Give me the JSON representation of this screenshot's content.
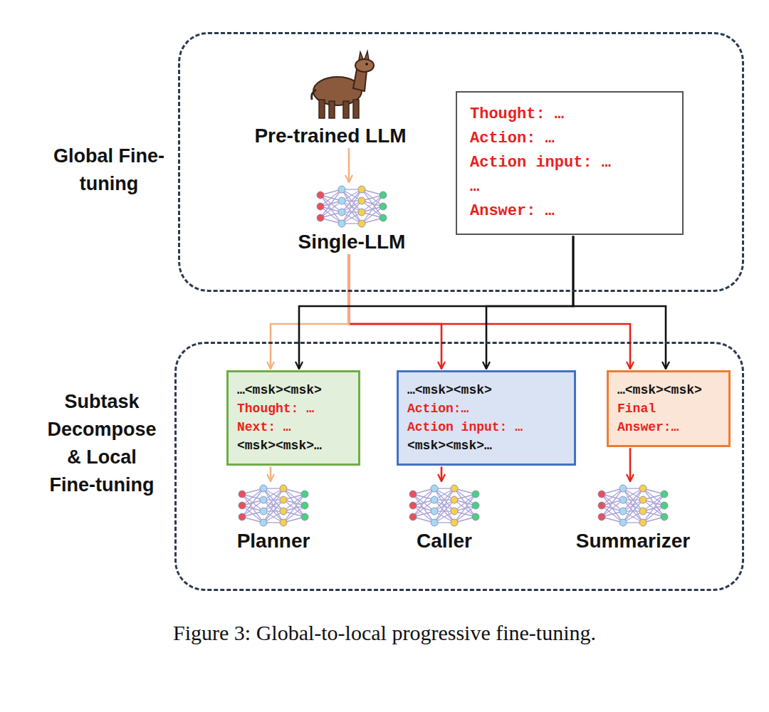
{
  "diagram": {
    "caption": "Figure 3: Global-to-local progressive fine-tuning.",
    "nodes": [
      {
        "text": [
          "Global Fine-tuning"
        ]
      },
      {
        "text": [
          "Pre-trained LLM"
        ],
        "in": 0
      },
      {
        "text": [
          "Single-LLM"
        ],
        "in": 0
      },
      {
        "text": [
          "Thought: …",
          "Action: …",
          "Action input: …",
          "…",
          "Answer: …"
        ],
        "in": 0
      },
      {
        "text": [
          "Subtask Decompose & Local Fine-tuning"
        ]
      },
      {
        "text": [
          "…<msk><msk>",
          "Thought: …",
          "Next: …",
          "<msk><msk>…"
        ],
        "in": 4
      },
      {
        "text": [
          "…<msk><msk>",
          "Action:…",
          "Action input: …",
          "<msk><msk>…"
        ],
        "in": 4
      },
      {
        "text": [
          "…<msk><msk>",
          "Final Answer:…"
        ],
        "in": 4
      },
      {
        "text": [
          "Planner"
        ],
        "in": 4
      },
      {
        "text": [
          "Caller"
        ],
        "in": 4
      },
      {
        "text": [
          "Summarizer"
        ],
        "in": 4
      }
    ],
    "edges": [
      {
        "from": 1,
        "to": 2,
        "arrow": "to"
      },
      {
        "from": 2,
        "to": 5,
        "arrow": "to"
      },
      {
        "from": 2,
        "to": 6,
        "arrow": "to"
      },
      {
        "from": 2,
        "to": 7,
        "arrow": "to"
      },
      {
        "from": 3,
        "to": 5,
        "arrow": "to"
      },
      {
        "from": 3,
        "to": 6,
        "arrow": "to"
      },
      {
        "from": 3,
        "to": 7,
        "arrow": "to"
      },
      {
        "from": 5,
        "to": 8,
        "arrow": "to"
      },
      {
        "from": 6,
        "to": 9,
        "arrow": "to"
      },
      {
        "from": 7,
        "to": 10,
        "arrow": "to"
      }
    ]
  }
}
